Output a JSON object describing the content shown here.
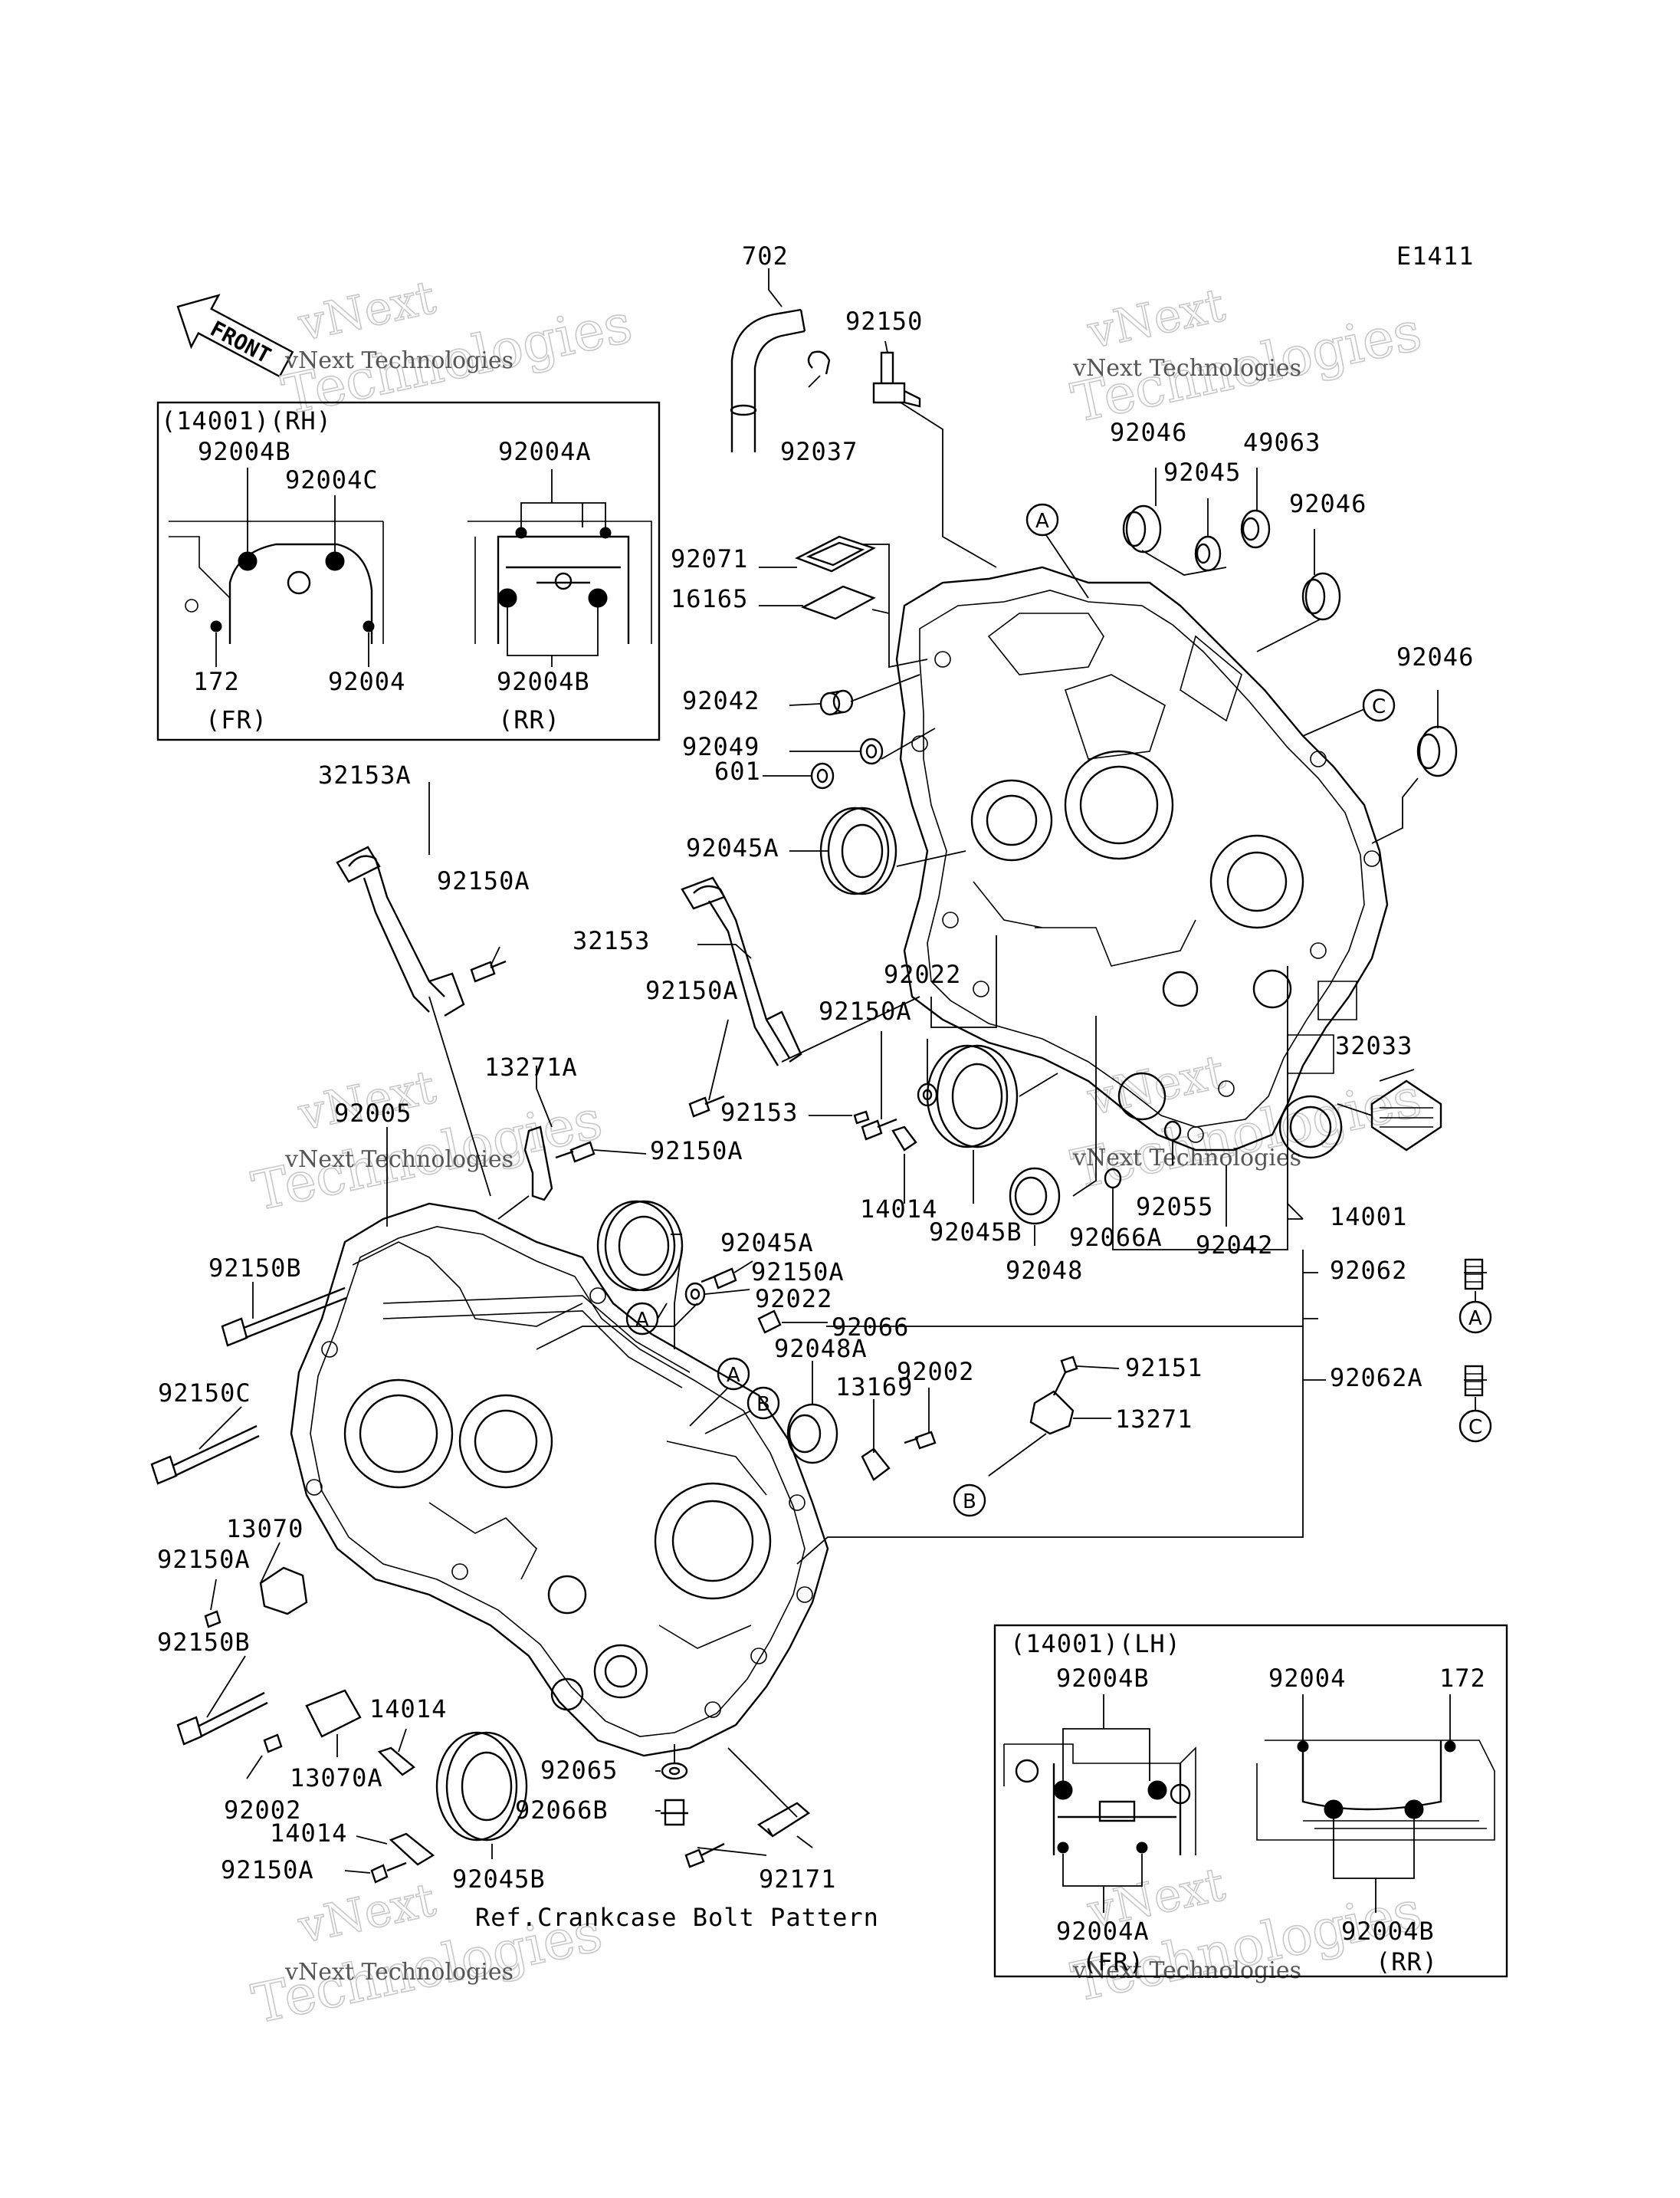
{
  "diagram_code": "E1411",
  "front_label": "FRONT",
  "watermark": {
    "brand": "vNext",
    "line1": "vNext Technologies",
    "line2": "Technologies"
  },
  "footer_caption": "Ref.Crankcase Bolt Pattern",
  "inset_rh": {
    "title": "(14001)(RH)",
    "fr_caption": "(FR)",
    "rr_caption": "(RR)",
    "labels": [
      "92004B",
      "92004C",
      "172",
      "92004",
      "92004A",
      "92004B"
    ]
  },
  "inset_lh": {
    "title": "(14001)(LH)",
    "fr_caption": "(FR)",
    "rr_caption": "(RR)",
    "labels": [
      "92004B",
      "92004",
      "172",
      "92004A",
      "92004B"
    ]
  },
  "callout_letters": [
    "A",
    "B",
    "C"
  ],
  "parts": [
    "702",
    "92150",
    "92037",
    "92046",
    "92045",
    "49063",
    "92046",
    "92071",
    "16165",
    "92046",
    "92042",
    "92049",
    "601",
    "32153A",
    "92150A",
    "92045A",
    "32153",
    "92022",
    "92150A",
    "92150A",
    "13271A",
    "92150A",
    "92005",
    "92153",
    "32033",
    "14014",
    "92045B",
    "92055",
    "14001",
    "92045A",
    "92150A",
    "92022",
    "92150B",
    "92066",
    "92048A",
    "92002",
    "92151",
    "92150C",
    "13169",
    "13271",
    "92062",
    "92062A",
    "13070",
    "92150A",
    "92150B",
    "14014",
    "92065",
    "92066B",
    "13070A",
    "92002",
    "14014",
    "92045B",
    "92171",
    "92150A",
    "92048",
    "92066A",
    "92042"
  ]
}
